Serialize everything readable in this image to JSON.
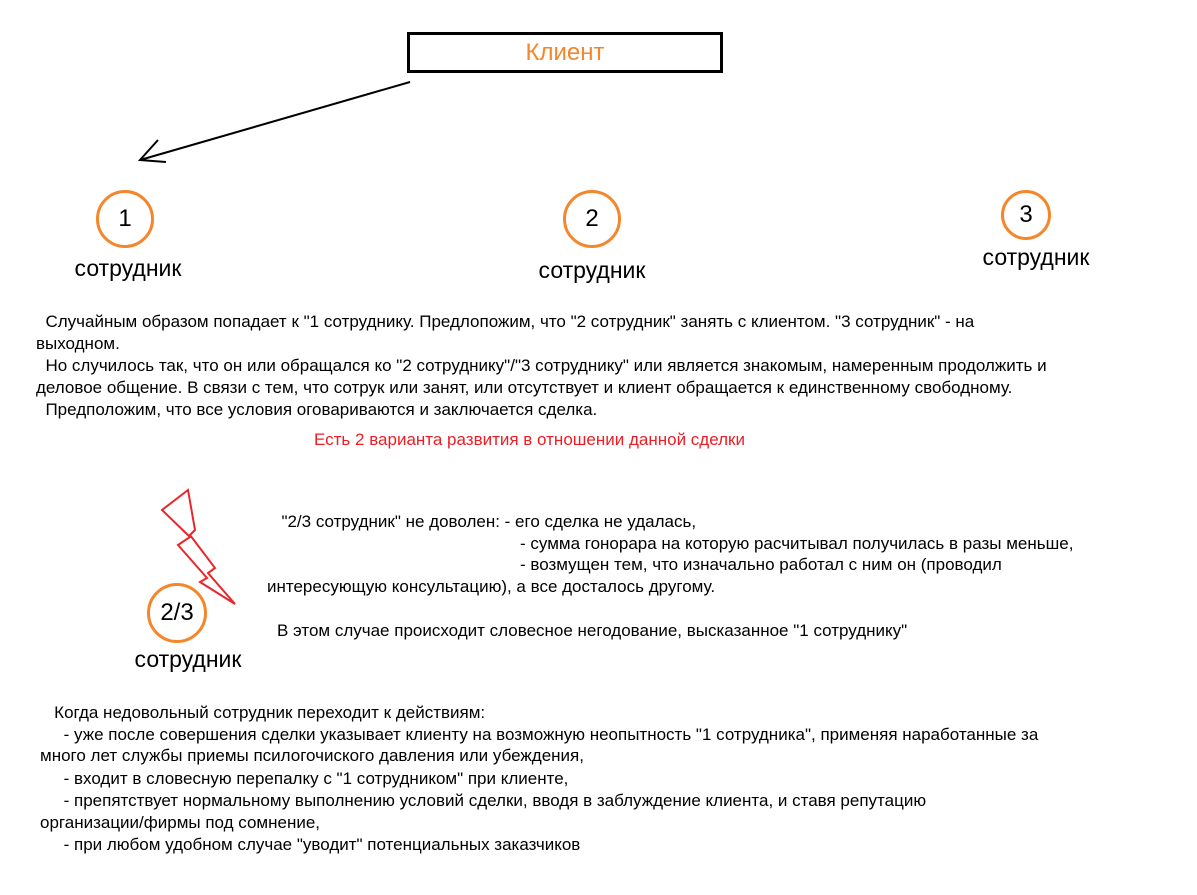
{
  "client": {
    "label": "Клиент"
  },
  "employees": [
    {
      "number": "1",
      "label": "сотрудник"
    },
    {
      "number": "2",
      "label": "сотрудник"
    },
    {
      "number": "3",
      "label": "сотрудник"
    },
    {
      "number": "2/3",
      "label": "сотрудник"
    }
  ],
  "intro": [
    "  Случайным образом попадает к \"1 сотруднику. Предлопожим, что \"2 сотрудник\" занять с клиентом. \"3 сотрудник\" - на",
    "выходном.",
    "  Но случилось так, что он или обращался ко \"2 сотруднику\"/\"3 сотруднику\" или является знакомым, намеренным продолжить и",
    "деловое общение. В связи с тем, что сотрук или занят, или отсутствует и клиент обращается к единственному свободному.",
    "  Предположим, что все условия оговариваются и заключается сделка."
  ],
  "highlight": "Есть 2 варианта развития в отношении данной сделки",
  "dissatisfaction": [
    "  \"2/3 сотрудник\" не доволен: - его сделка не удалась,",
    "- сумма гонорара на которую расчитывал получилась в разы меньше,",
    "- возмущен тем, что изначально работал с ним он (проводил",
    "интересующую консультацию), а все досталось другому."
  ],
  "consequence": "В этом случае происходит словесное негодование, высказанное \"1 сотруднику\"",
  "actions": [
    "   Когда недовольный сотрудник переходит к действиям:",
    "     - уже после совершения сделки указывает клиенту на возможную неопытность \"1 сотрудника\", применяя наработанные за",
    "много лет службы приемы псилогочиского давления или убеждения,",
    "     - входит в словесную перепалку с \"1 сотрудником\" при клиенте,",
    "     - препятствует нормальному выполнению условий сделки, вводя в заблуждение клиента, и ставя репутацию",
    "организации/фирмы под сомнение,",
    "     - при любом удобном случае \"уводит\" потенциальных заказчиков"
  ],
  "colors": {
    "accent": "#f5862b",
    "highlight": "#ee1c24",
    "bolt": "#e8262b"
  }
}
